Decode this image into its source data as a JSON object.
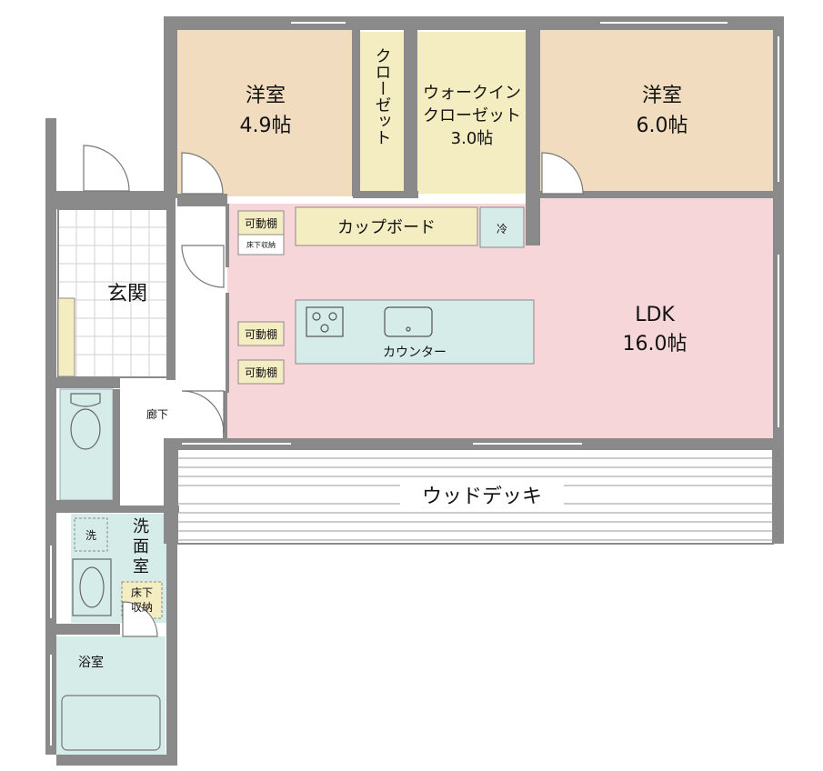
{
  "rooms": {
    "western_left": {
      "name": "洋室",
      "size": "4.9帖"
    },
    "closet": {
      "name": "クローゼット"
    },
    "walk_in": {
      "line1": "ウォークイン",
      "line2": "クローゼット",
      "size": "3.0帖"
    },
    "western_right": {
      "name": "洋室",
      "size": "6.0帖"
    },
    "ldk": {
      "name": "LDK",
      "size": "16.0帖"
    },
    "entrance": {
      "name": "玄関"
    },
    "hallway": {
      "name": "廊下"
    },
    "washroom": {
      "line1": "洗",
      "line2": "面",
      "line3": "室"
    },
    "bathroom": {
      "name": "浴室"
    },
    "wood_deck": {
      "name": "ウッドデッキ"
    }
  },
  "fixtures": {
    "cupboard": "カップボード",
    "fridge": "冷",
    "counter": "カウンター",
    "movable_shelf": "可動棚",
    "underfloor_storage_small": "床下収納",
    "washer": "洗",
    "underfloor_storage": {
      "line1": "床下",
      "line2": "収納"
    }
  },
  "colors": {
    "bedroom": "#f2dcc0",
    "closet": "#f5edc2",
    "ldk": "#f6d6d9",
    "wet": "#d6ece8",
    "wall": "#8a8a8a",
    "shelf": "#f5edc2"
  }
}
